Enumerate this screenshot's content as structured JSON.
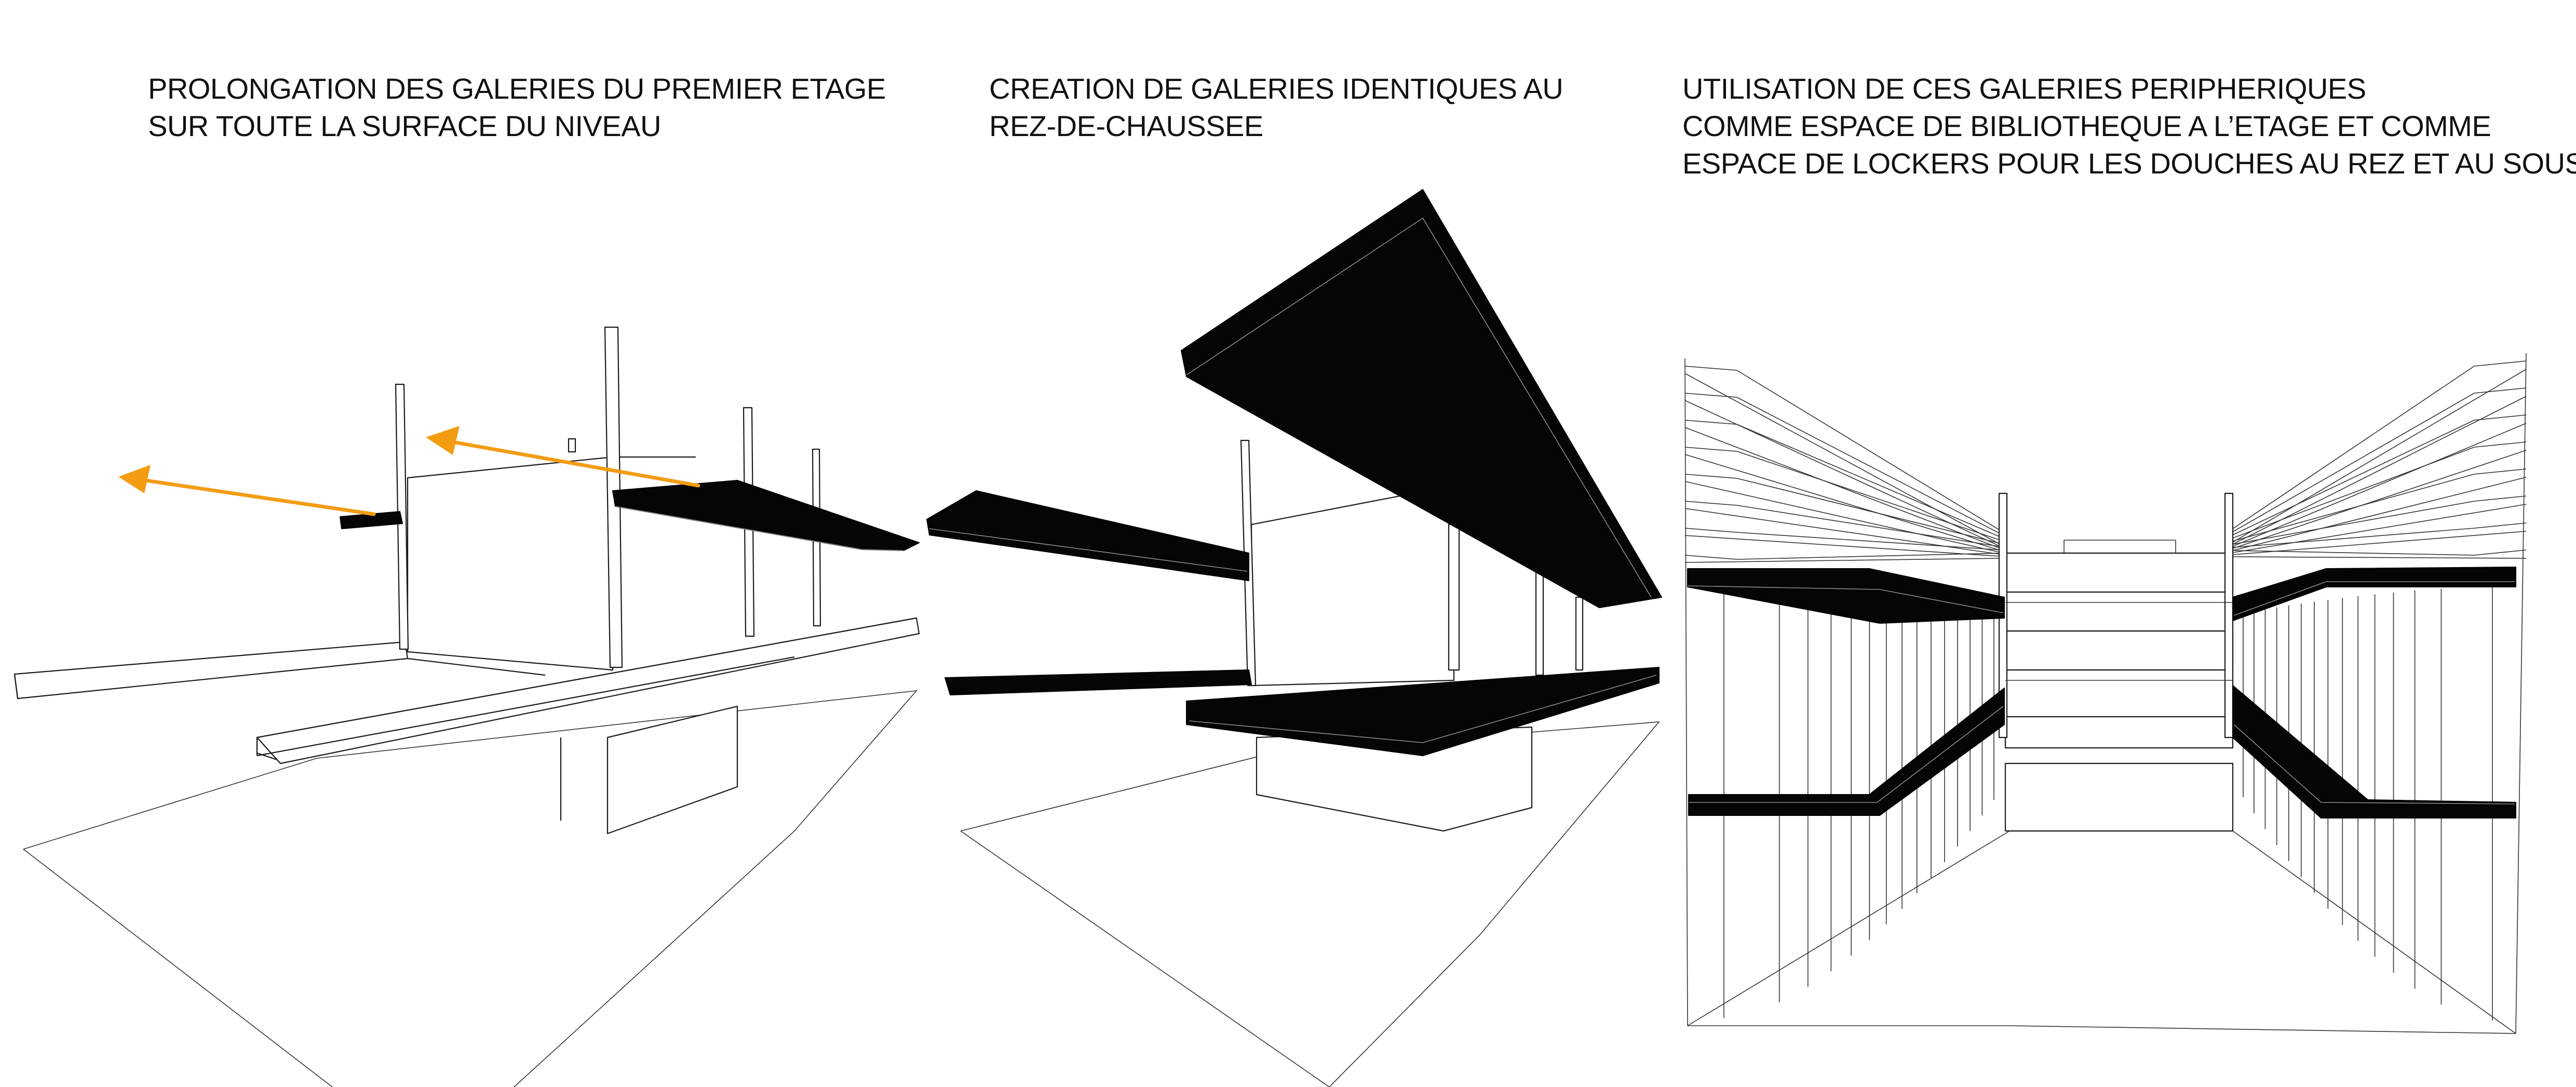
{
  "panels": [
    {
      "caption_lines": [
        "PROLONGATION DES GALERIES DU PREMIER ETAGE",
        "SUR TOUTE LA SURFACE DU NIVEAU"
      ]
    },
    {
      "caption_lines": [
        "CREATION DE GALERIES IDENTIQUES AU",
        "REZ-DE-CHAUSSEE"
      ]
    },
    {
      "caption_lines": [
        "UTILISATION DE CES GALERIES PERIPHERIQUES",
        "COMME ESPACE DE BIBLIOTHEQUE A L’ETAGE ET COMME",
        "ESPACE DE LOCKERS POUR LES DOUCHES AU REZ ET AU SOUS-SOL"
      ]
    }
  ],
  "colors": {
    "arrow": "#f39c12",
    "gallery_fill": "#050505",
    "line": "#1a1a1a",
    "background": "#ffffff"
  }
}
